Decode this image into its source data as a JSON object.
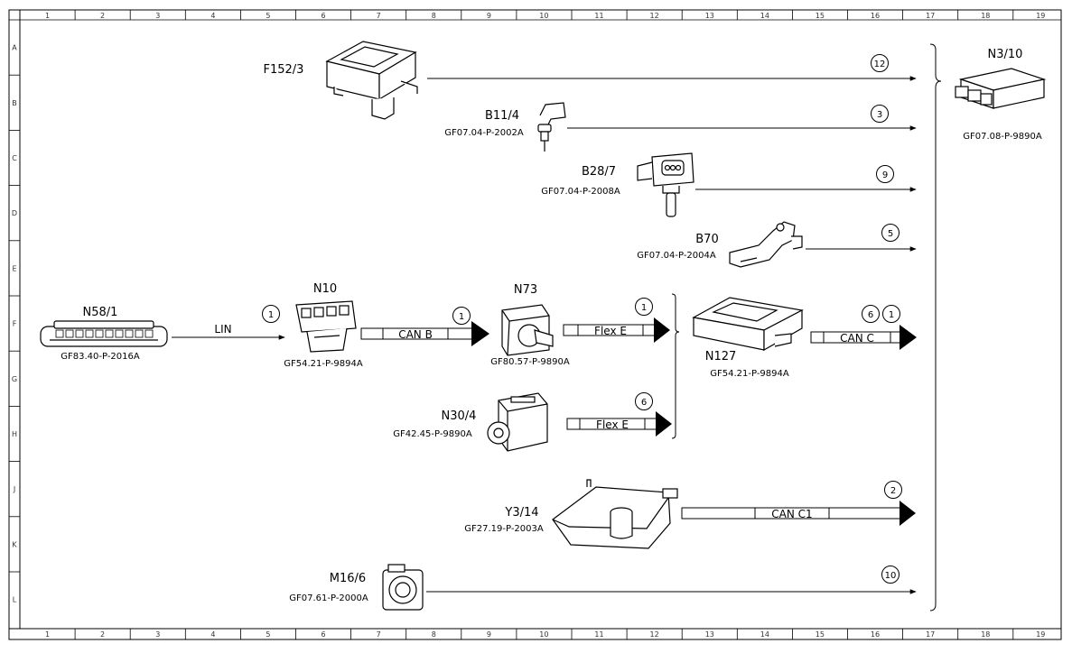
{
  "grid": {
    "cols": [
      "1",
      "2",
      "3",
      "4",
      "5",
      "6",
      "7",
      "8",
      "9",
      "10",
      "11",
      "12",
      "13",
      "14",
      "15",
      "16",
      "17",
      "18",
      "19"
    ],
    "rows": [
      "A",
      "B",
      "C",
      "D",
      "E",
      "F",
      "G",
      "H",
      "J",
      "K",
      "L"
    ]
  },
  "components": {
    "f152_3": {
      "name": "F152/3",
      "part": ""
    },
    "b11_4": {
      "name": "B11/4",
      "part": "GF07.04-P-2002A"
    },
    "b28_7": {
      "name": "B28/7",
      "part": "GF07.04-P-2008A"
    },
    "b70": {
      "name": "B70",
      "part": "GF07.04-P-2004A"
    },
    "n3_10": {
      "name": "N3/10",
      "part": "GF07.08-P-9890A"
    },
    "n58_1": {
      "name": "N58/1",
      "part": "GF83.40-P-2016A"
    },
    "n10": {
      "name": "N10",
      "part": "GF54.21-P-9894A"
    },
    "n73": {
      "name": "N73",
      "part": "GF80.57-P-9890A"
    },
    "n127": {
      "name": "N127",
      "part": "GF54.21-P-9894A"
    },
    "n30_4": {
      "name": "N30/4",
      "part": "GF42.45-P-9890A"
    },
    "y3_14": {
      "name": "Y3/14",
      "part": "GF27.19-P-2003A"
    },
    "m16_6": {
      "name": "M16/6",
      "part": "GF07.61-P-2000A"
    }
  },
  "signals": {
    "f152": "12",
    "b11": "3",
    "b28": "9",
    "b70": "5",
    "lin": "1",
    "canb": "1",
    "n73": "1",
    "n30": "6",
    "n127_a": "6",
    "n127_b": "1",
    "y3": "2",
    "m16": "10"
  },
  "buses": {
    "lin": "LIN",
    "can_b": "CAN B",
    "flex_e_1": "Flex E",
    "flex_e_2": "Flex E",
    "can_c": "CAN C",
    "can_c1": "CAN C1"
  }
}
